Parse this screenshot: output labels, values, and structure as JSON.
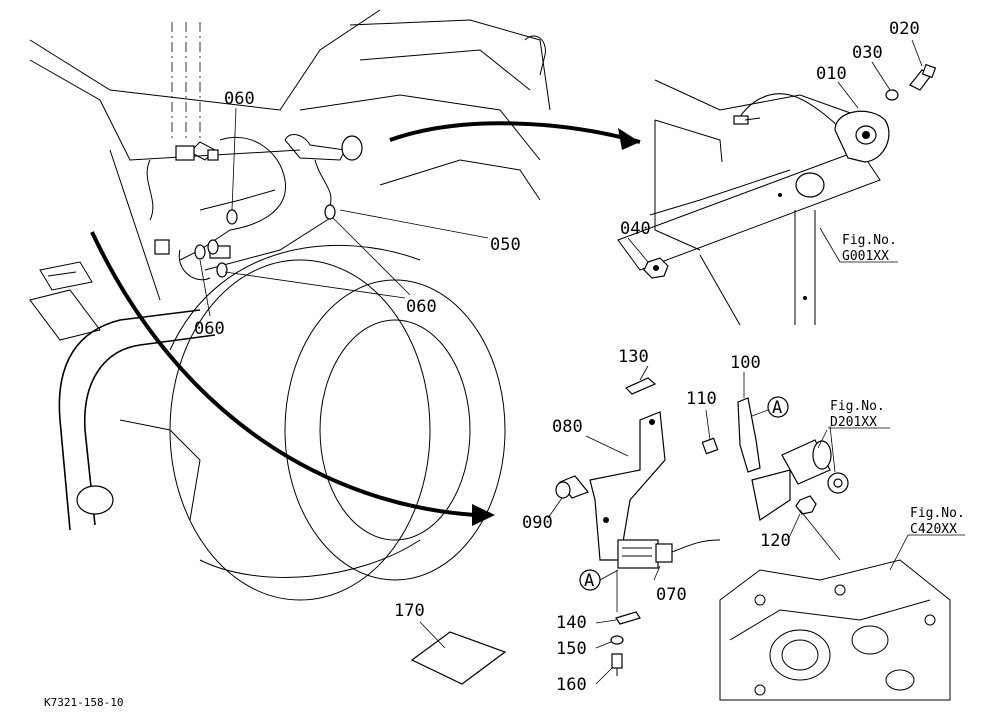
{
  "diagram": {
    "drawing_code": "K7321-158-10",
    "part_labels": {
      "p010": "010",
      "p020": "020",
      "p030": "030",
      "p040": "040",
      "p050": "050",
      "p060a": "060",
      "p060b": "060",
      "p060c": "060",
      "p070": "070",
      "p080": "080",
      "p090": "090",
      "p100": "100",
      "p110": "110",
      "p120": "120",
      "p130": "130",
      "p140": "140",
      "p150": "150",
      "p160": "160",
      "p170": "170"
    },
    "callout_letters": {
      "a1": "A",
      "a2": "A"
    },
    "figure_refs": {
      "g001_title": "Fig.No.",
      "g001_code": "G001XX",
      "d201_title": "Fig.No.",
      "d201_code": "D201XX",
      "c420_title": "Fig.No.",
      "c420_code": "C420XX"
    }
  }
}
